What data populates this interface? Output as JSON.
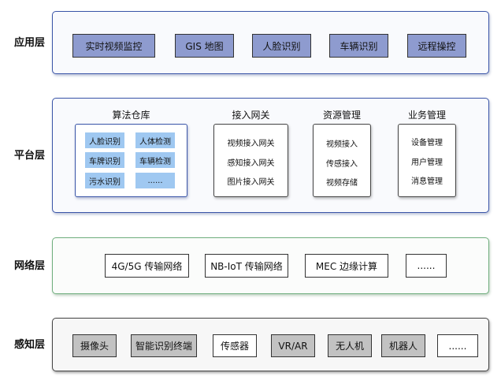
{
  "layers": {
    "application": {
      "label": "应用层",
      "items": [
        "实时视频监控",
        "GIS 地图",
        "人脸识别",
        "车辆识别",
        "远程操控"
      ]
    },
    "platform": {
      "label": "平台层",
      "algorithm_repo": {
        "title": "算法仓库",
        "items": [
          "人脸识别",
          "人体检测",
          "车牌识别",
          "车辆检测",
          "污水识别",
          "......"
        ]
      },
      "access_gateway": {
        "title": "接入网关",
        "items": [
          "视频接入网关",
          "感知接入网关",
          "图片接入网关"
        ]
      },
      "resource_mgmt": {
        "title": "资源管理",
        "items": [
          "视频接入",
          "传感接入",
          "视频存储"
        ]
      },
      "business_mgmt": {
        "title": "业务管理",
        "items": [
          "设备管理",
          "用户管理",
          "消息管理"
        ]
      }
    },
    "network": {
      "label": "网络层",
      "items": [
        "4G/5G 传输网络",
        "NB-IoT 传输网络",
        "MEC 边缘计算",
        "......"
      ]
    },
    "perception": {
      "label": "感知层",
      "items": [
        "摄像头",
        "智能识别终端",
        "传感器",
        "VR/AR",
        "无人机",
        "机器人",
        "......"
      ]
    }
  },
  "colors": {
    "app_box": "#8e9bcf",
    "algo_chip": "#9fc8f1",
    "platform_border": "#3a55a8",
    "network_border": "#6fae7d",
    "sense_box": "#c2c2c2"
  }
}
